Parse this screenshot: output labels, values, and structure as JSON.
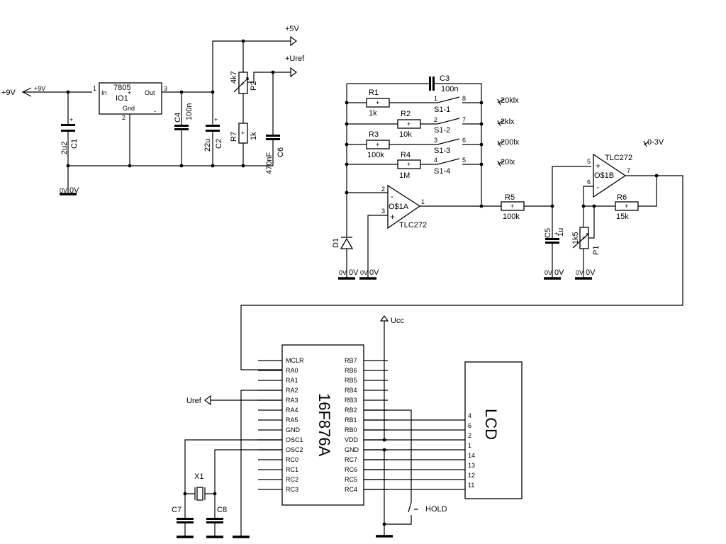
{
  "power": {
    "vin": "+9V",
    "vin_pin": "+9V",
    "v5": "+5V",
    "uref": "+Uref",
    "gnd": "0V",
    "gnd_tag": "0V",
    "ucc": "Ucc"
  },
  "reg": {
    "part": "7805",
    "name": "IO1",
    "in": "In",
    "out": "Out",
    "gnd": "Gnd",
    "p1": "1",
    "p2": "2",
    "p3": "3",
    "plus": "+",
    "minus": "-"
  },
  "caps": {
    "c1": "C1",
    "c1v": "2u2",
    "c2": "C2",
    "c2v": "22u",
    "c3": "C3",
    "c3v": "100n",
    "c4": "C4",
    "c4v": "100n",
    "c5": "C5",
    "c5v": "1u",
    "c6": "C6",
    "c6v": "470nF",
    "c7": "C7",
    "c8": "C8"
  },
  "res": {
    "r1": "R1",
    "r1v": "1k",
    "r2": "R2",
    "r2v": "10k",
    "r3": "R3",
    "r3v": "100k",
    "r4": "R4",
    "r4v": "1M",
    "r5": "R5",
    "r5v": "100k",
    "r6": "R6",
    "r6v": "15k",
    "r7": "R7",
    "r7v": "1k",
    "p1": "P1",
    "p1v": "1k5",
    "p2": "P2",
    "p2v": "4k7",
    "plus": "+"
  },
  "switches": [
    {
      "name": "S1-1",
      "a": "1",
      "b": "8",
      "range": "20klx"
    },
    {
      "name": "S1-2",
      "a": "2",
      "b": "7",
      "range": "2klx"
    },
    {
      "name": "S1-3",
      "a": "3",
      "b": "6",
      "range": "200lx"
    },
    {
      "name": "S1-4",
      "a": "4",
      "b": "5",
      "range": "20lx"
    }
  ],
  "opamps": {
    "a": {
      "name": "TLC272",
      "unit": "O$1A",
      "p_in_neg": "2",
      "p_in_pos": "3",
      "p_out": "1"
    },
    "b": {
      "name": "TLC272",
      "unit": "O$1B",
      "p_in_pos": "5",
      "p_in_neg": "6",
      "p_out": "7"
    },
    "minus": "-",
    "plus": "+"
  },
  "diode": "D1",
  "out_range": "0-3V",
  "mcu": {
    "part": "16F876A",
    "left_pins": [
      "MCLR",
      "RA0",
      "RA1",
      "RA2",
      "RA3",
      "RA4",
      "RA5",
      "GND",
      "OSC1",
      "OSC2",
      "RC0",
      "RC1",
      "RC2",
      "RC3"
    ],
    "right_pins": [
      "RB7",
      "RB6",
      "RB5",
      "RB4",
      "RB3",
      "RB2",
      "RB1",
      "RB0",
      "VDD",
      "GND",
      "RC7",
      "RC6",
      "RC5",
      "RC4"
    ]
  },
  "lcd": {
    "name": "LCD",
    "pins": [
      "4",
      "6",
      "2",
      "1",
      "14",
      "13",
      "12",
      "11"
    ]
  },
  "crystal": "X1",
  "uref_out": "Uref",
  "button": "HOLD"
}
